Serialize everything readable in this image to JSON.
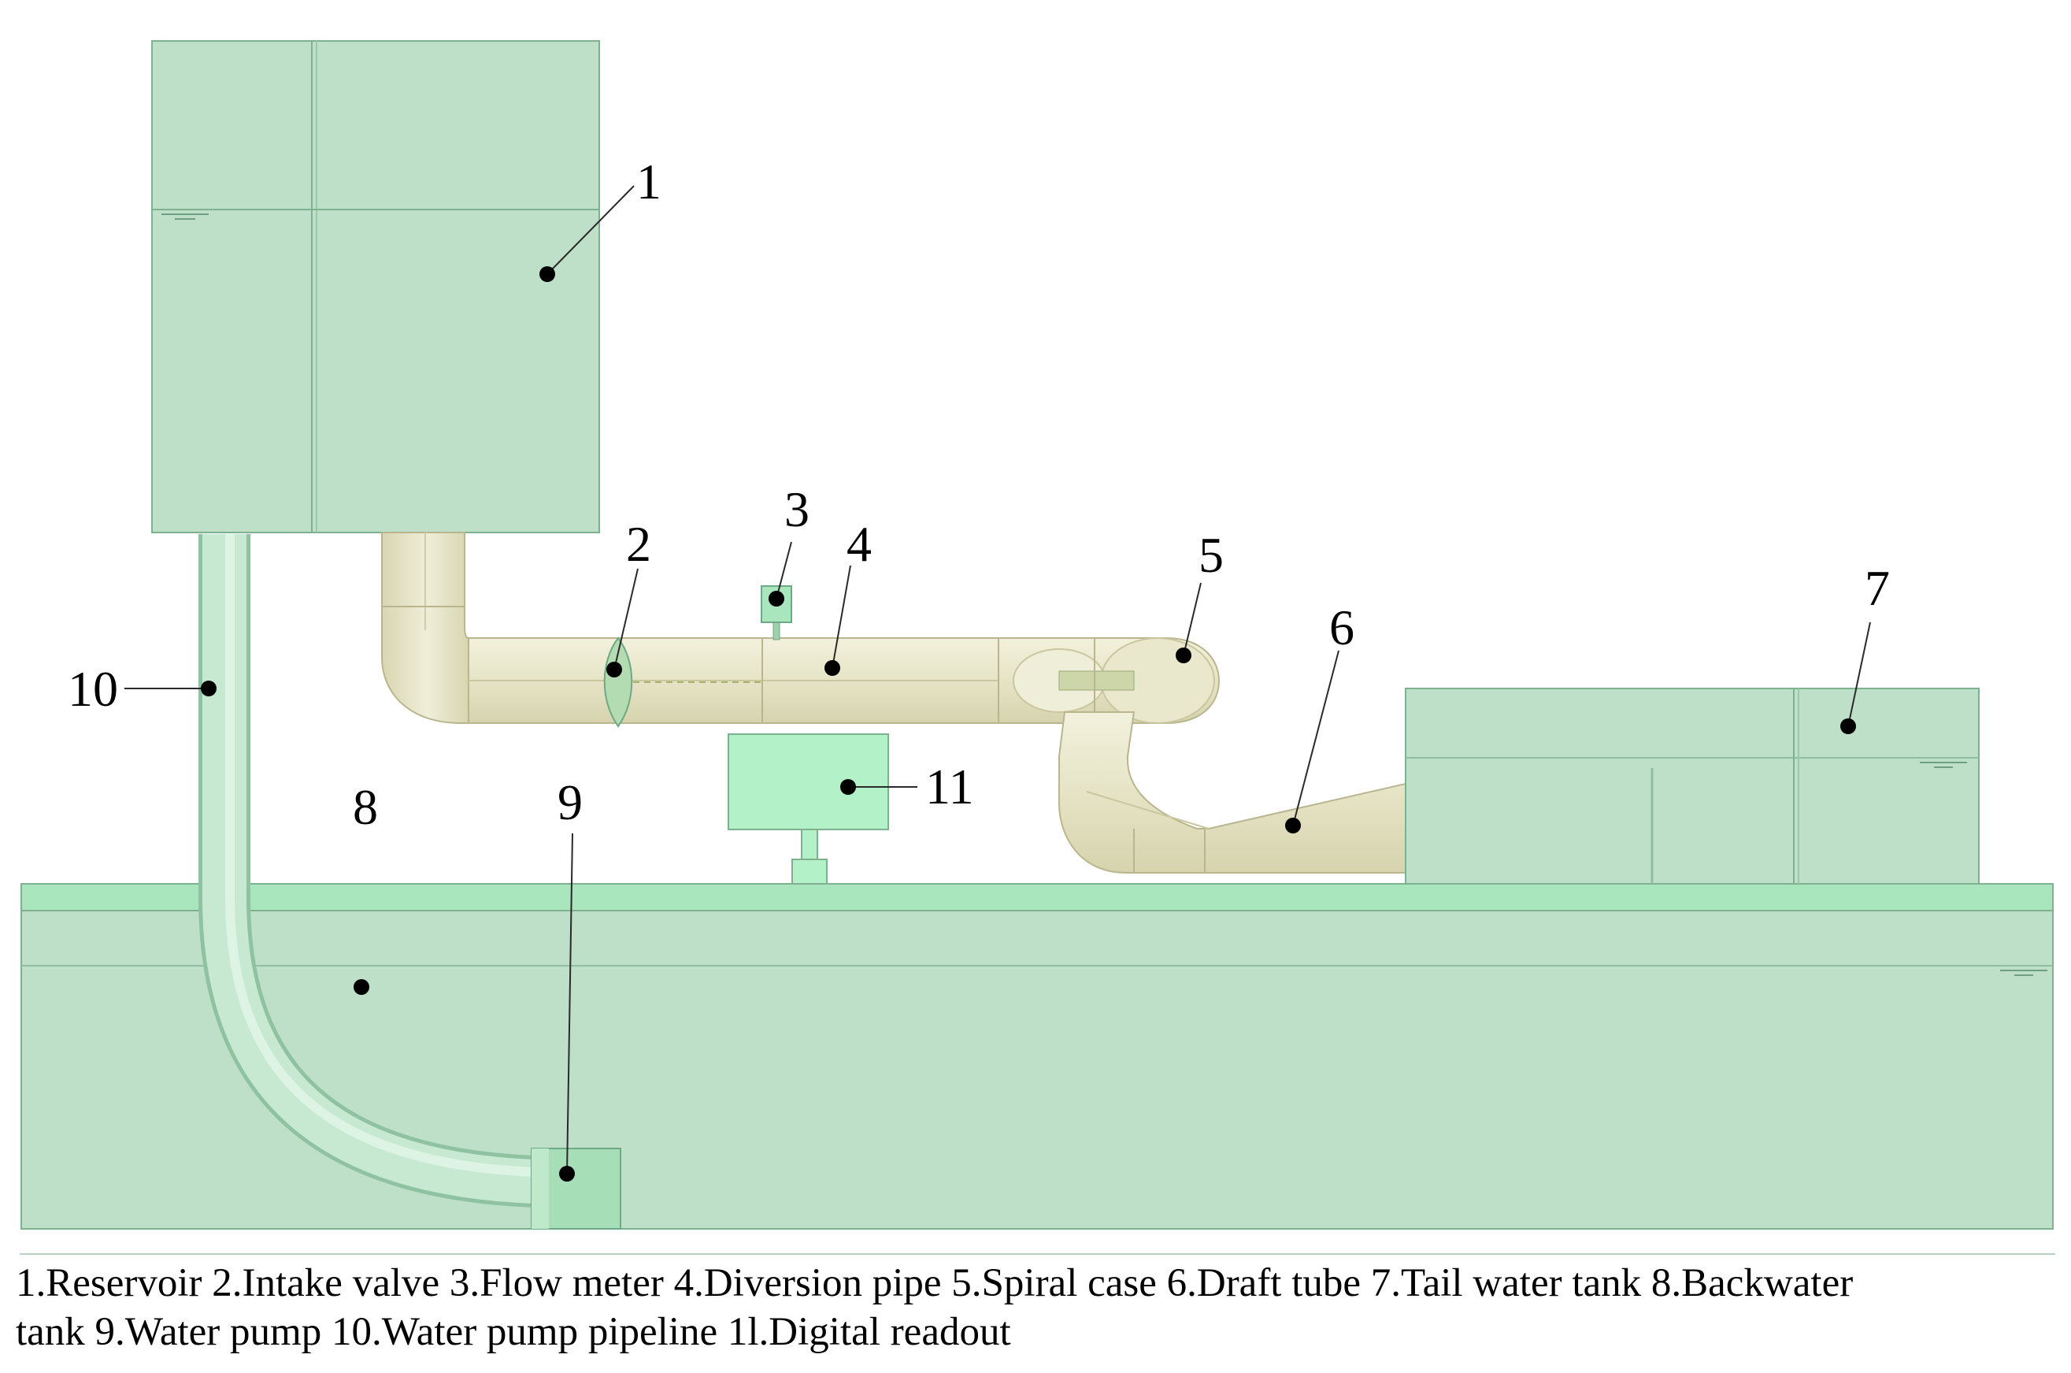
{
  "components": [
    {
      "number": "1",
      "name": "Reservoir"
    },
    {
      "number": "2",
      "name": "Intake valve"
    },
    {
      "number": "3",
      "name": "Flow meter"
    },
    {
      "number": "4",
      "name": "Diversion pipe"
    },
    {
      "number": "5",
      "name": "Spiral case"
    },
    {
      "number": "6",
      "name": "Draft tube"
    },
    {
      "number": "7",
      "name": "Tail water tank"
    },
    {
      "number": "8",
      "name": "Backwater tank"
    },
    {
      "number": "9",
      "name": "Water pump"
    },
    {
      "number": "10",
      "name": "Water pump pipeline"
    },
    {
      "number": "11",
      "name": "Digital readout"
    }
  ],
  "caption": {
    "line1": "1.Reservoir 2.Intake valve 3.Flow meter 4.Diversion pipe 5.Spiral case 6.Draft tube 7.Tail water tank 8.Backwater",
    "line2": "tank 9.Water pump 10.Water pump pipeline 1l.Digital readout"
  },
  "colors": {
    "tank_fill": "#bfe0c8",
    "tank_stroke": "#7fb090",
    "deck_fill": "#a9e6bd",
    "pipe_fill": "#e8e6c9",
    "pipe_stroke": "#b9b68f",
    "readout_fill": "#b3f2c9"
  }
}
